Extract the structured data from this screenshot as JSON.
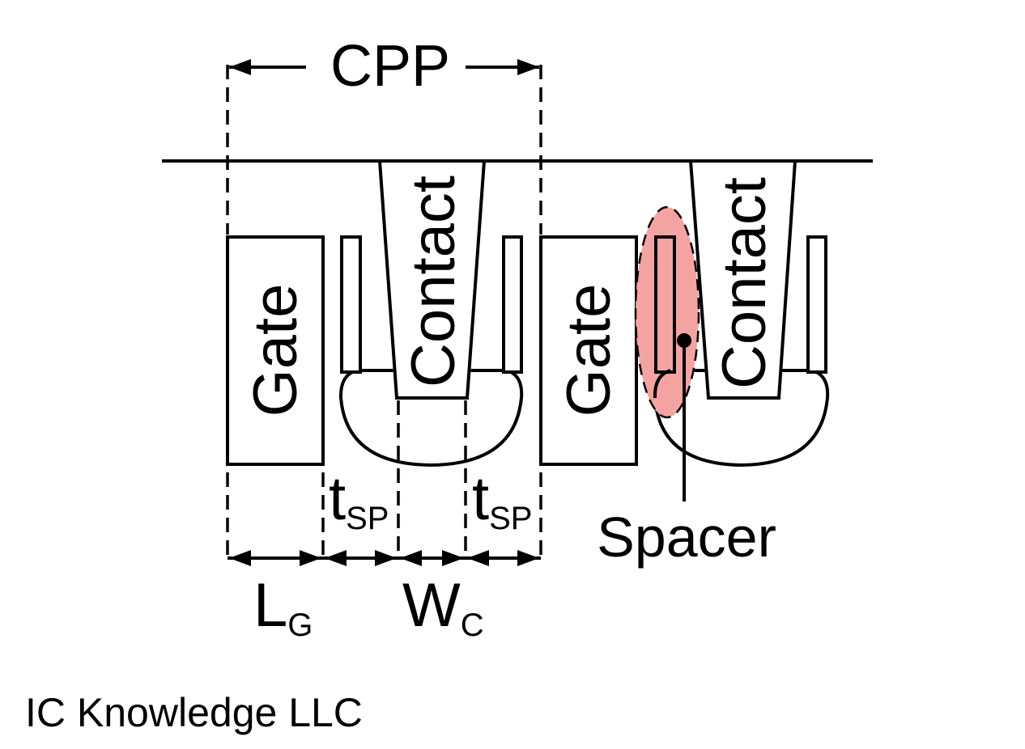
{
  "labels": {
    "cpp": "CPP",
    "gate_left": "Gate",
    "gate_right": "Gate",
    "contact_left": "Contact",
    "contact_right": "Contact",
    "tsp_left_main": "t",
    "tsp_left_sub": "SP",
    "tsp_right_main": "t",
    "tsp_right_sub": "SP",
    "lg_main": "L",
    "lg_sub": "G",
    "wc_main": "W",
    "wc_sub": "C",
    "spacer": "Spacer"
  },
  "footer": "IC Knowledge LLC",
  "colors": {
    "highlight": "#f4a3a3",
    "stroke": "#000000",
    "background": "#ffffff"
  }
}
